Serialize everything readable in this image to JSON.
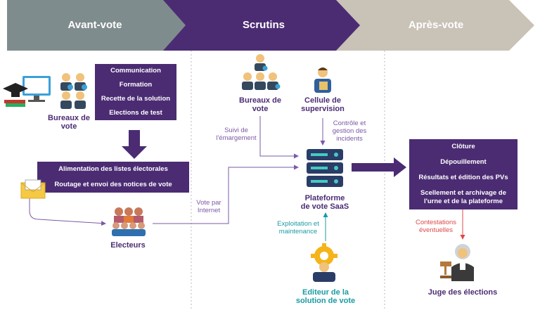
{
  "phases": [
    "Avant-vote",
    "Scrutins",
    "Après-vote"
  ],
  "colors": {
    "phase1": "#7f8c8d",
    "phase2": "#4b2c73",
    "phase3": "#c9c2b7",
    "box": "#4b2c73",
    "accent_purple": "#7b5aa6",
    "accent_teal": "#1a9ba3",
    "accent_red": "#e04848"
  },
  "avant": {
    "actions_box": [
      "Communication",
      "Formation",
      "Recette de la solution",
      "Elections de test"
    ],
    "bureaux_label": "Bureaux de\nvote",
    "listes_box": [
      "Alimentation des listes électorales",
      "Routage et envoi des notices de vote"
    ],
    "electeurs_label": "Electeurs",
    "vote_internet": "Vote par\nInternet"
  },
  "scrutins": {
    "bureaux_label": "Bureaux de\nvote",
    "cellule_label": "Cellule de\nsupervision",
    "suivi": "Suivi de\nl'émargement",
    "controle": "Contrôle et\ngestion des\nincidents",
    "plateforme_label": "Plateforme\nde vote SaaS",
    "exploitation": "Exploitation et\nmaintenance",
    "editeur_label": "Editeur de la\nsolution de vote"
  },
  "apres": {
    "steps_box": [
      "Clôture",
      "Dépouillement",
      "Résultats et édition des PVs",
      "Scellement et archivage de l'urne et de la plateforme"
    ],
    "contestations": "Contestations\néventuelles",
    "juge_label": "Juge des élections"
  },
  "icons": [
    "person-badge-icon",
    "computer-graduation-icon",
    "supervisor-icon",
    "server-icon",
    "envelope-icon",
    "people-group-icon",
    "gear-person-icon",
    "judge-icon"
  ]
}
